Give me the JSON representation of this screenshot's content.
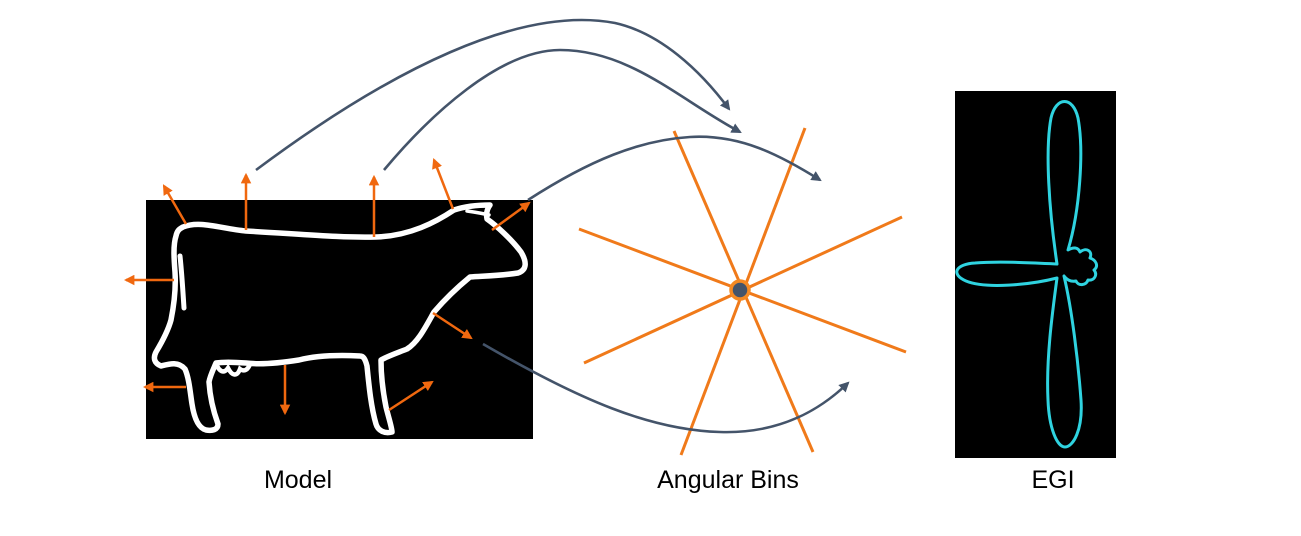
{
  "captions": {
    "model": "Model",
    "angular_bins": "Angular Bins",
    "egi": "EGI"
  },
  "colors": {
    "background": "#ffffff",
    "panel_background": "#000000",
    "silhouette": "#ffffff",
    "normal_arrow": "#f0680f",
    "bin_line": "#f07a1a",
    "mapping_arrow": "#44546a",
    "center_dot": "#44546a",
    "egi_curve": "#2fd3e0"
  },
  "icons": {
    "normal_arrows": "orange-normal-arrows",
    "mapping_arrows": "curved-mapping-arrows",
    "angular_bins": "radial-bin-lines",
    "egi": "extended-gaussian-image-lobes"
  },
  "angular_bins": {
    "line_count": 4
  }
}
